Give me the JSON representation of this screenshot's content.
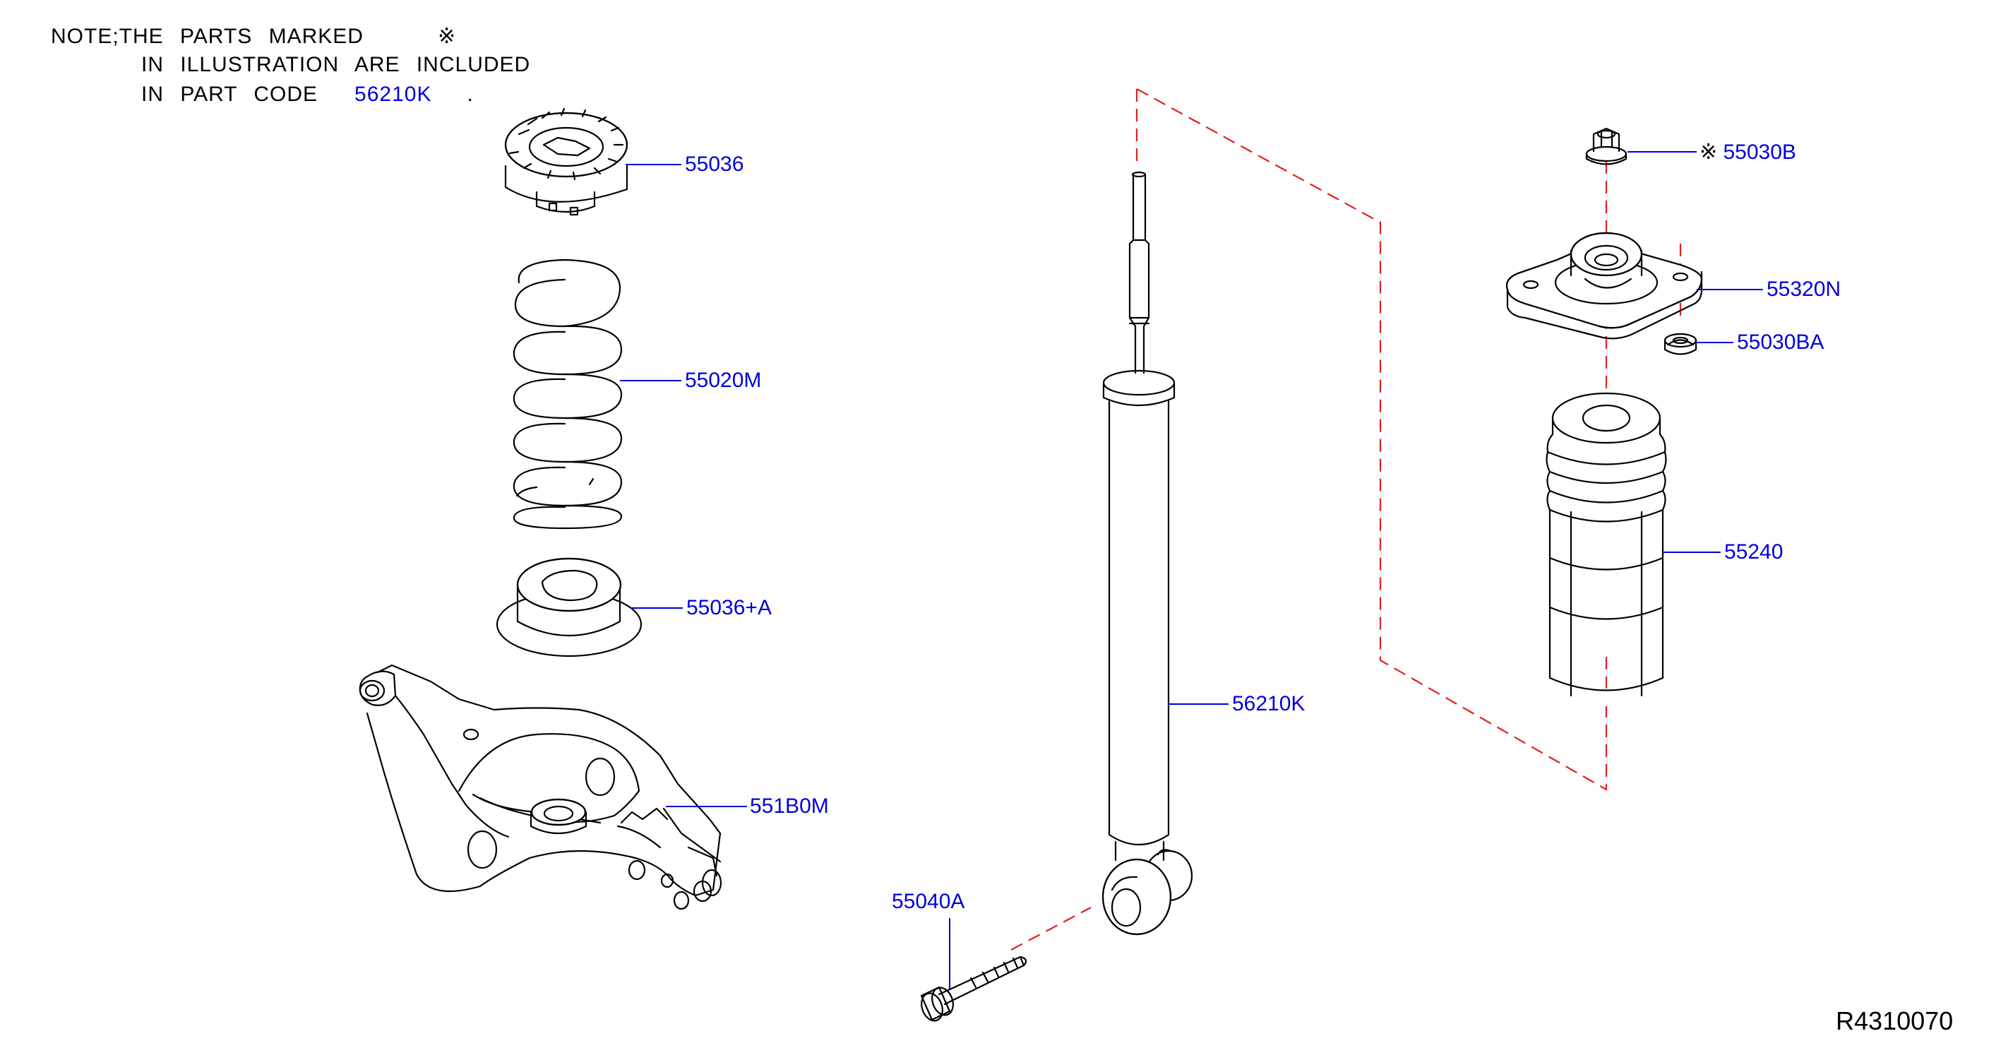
{
  "note": {
    "line1": "NOTE;THE  PARTS  MARKED",
    "mark": "※",
    "line2": "IN  ILLUSTRATION  ARE  INCLUDED",
    "line3_prefix": "IN  PART  CODE",
    "line3_code": "56210K",
    "line3_suffix": "."
  },
  "parts": {
    "upper_seat": "55036",
    "coil_spring": "55020M",
    "lower_seat": "55036+A",
    "lower_arm": "551B0M",
    "bolt": "55040A",
    "shock_absorber": "56210K",
    "nut_top_mark": "※",
    "nut_top": "55030B",
    "mount": "55320N",
    "mount_nut": "55030BA",
    "bump_boot": "55240"
  },
  "reference_code": "R4310070",
  "colors": {
    "label": "#0000dd",
    "dashed_guide": "#e0201e",
    "lines": "#000000"
  }
}
